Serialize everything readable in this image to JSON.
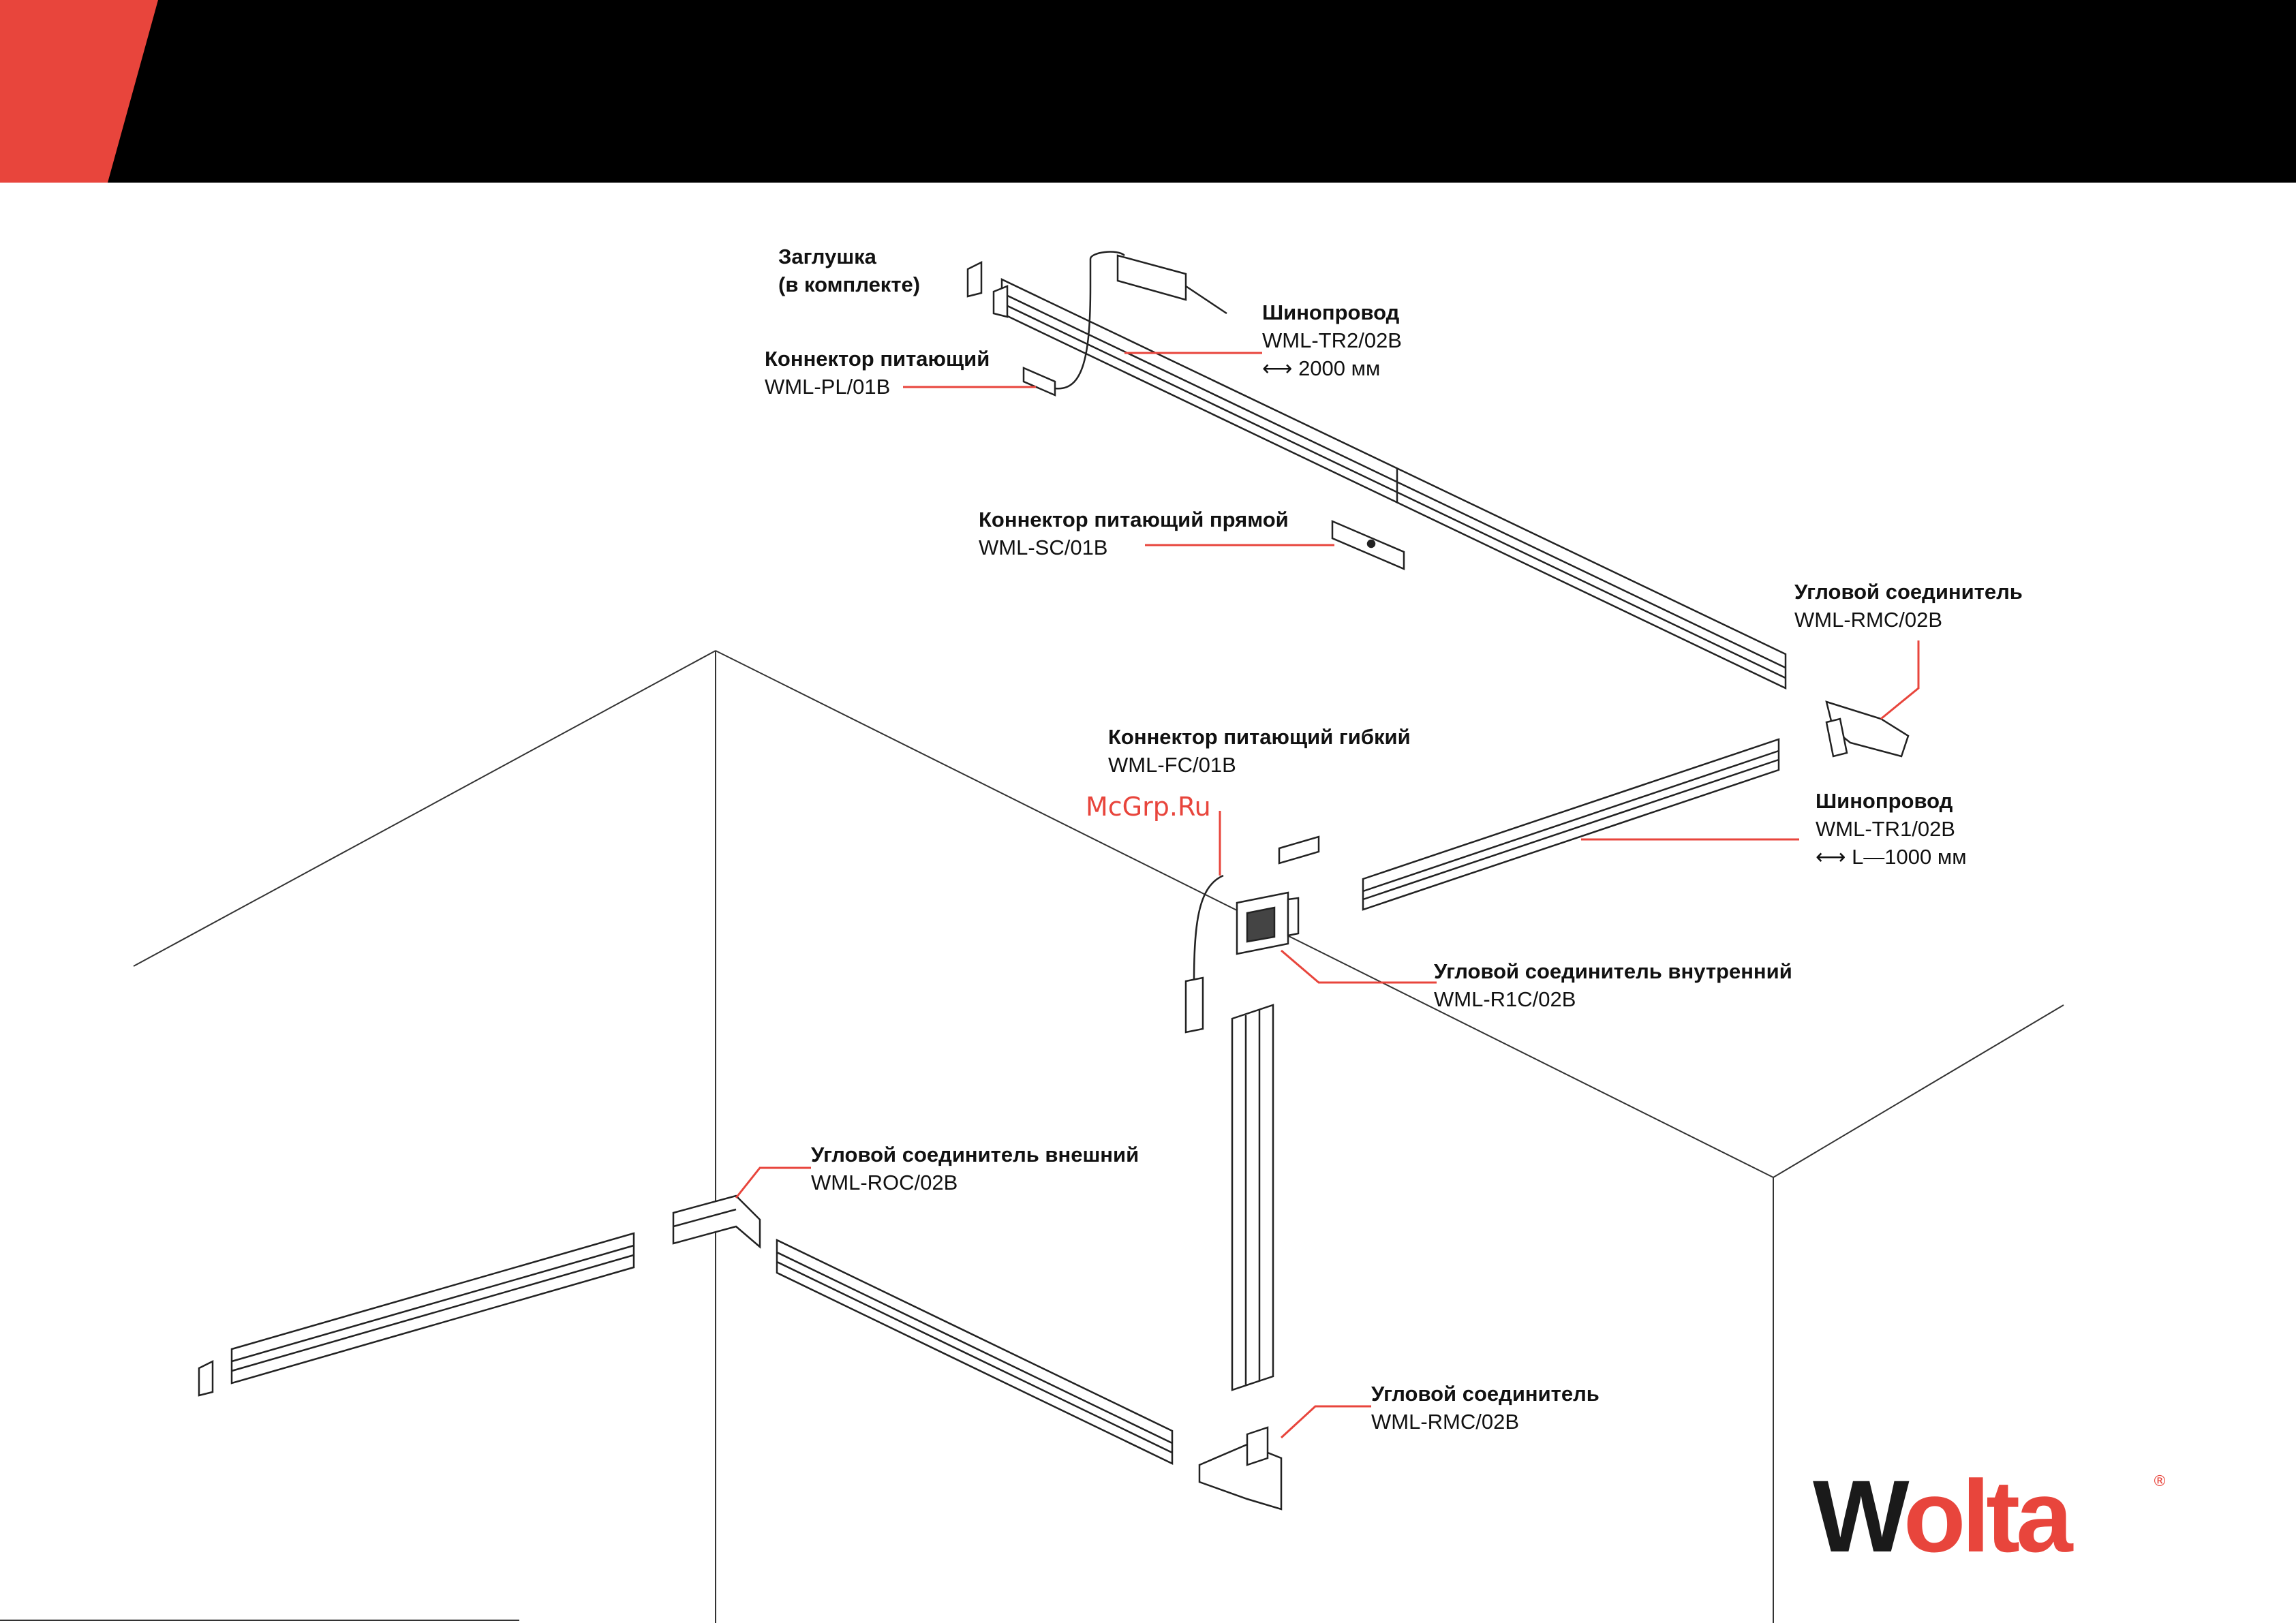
{
  "labels": {
    "end_cap": {
      "title": "Заглушка",
      "title2": "(в комплекте)"
    },
    "power_connector": {
      "title": "Коннектор питающий",
      "code": "WML-PL/01B"
    },
    "track_long": {
      "title": "Шинопровод",
      "code": "WML-TR2/02B",
      "length": "2000 мм"
    },
    "straight_connector": {
      "title": "Коннектор питающий прямой",
      "code": "WML-SC/01B"
    },
    "corner_top": {
      "title": "Угловой соединитель",
      "code": "WML-RMC/02B"
    },
    "flexible_connector": {
      "title": "Коннектор питающий гибкий",
      "code": "WML-FC/01B"
    },
    "track_short": {
      "title": "Шинопровод",
      "code": "WML-TR1/02B",
      "length": "L—1000 мм"
    },
    "inner_corner": {
      "title": "Угловой соединитель внутренний",
      "code": "WML-R1C/02B"
    },
    "outer_corner": {
      "title": "Угловой соединитель внешний",
      "code": "WML-ROC/02B"
    },
    "corner_bottom": {
      "title": "Угловой соединитель",
      "code": "WML-RMC/02B"
    }
  },
  "watermark": "McGrp.Ru",
  "brand": {
    "first": "W",
    "rest": "olta",
    "mark": "®"
  },
  "colors": {
    "accent": "#e8453c",
    "header": "#000000",
    "line": "#222222"
  }
}
